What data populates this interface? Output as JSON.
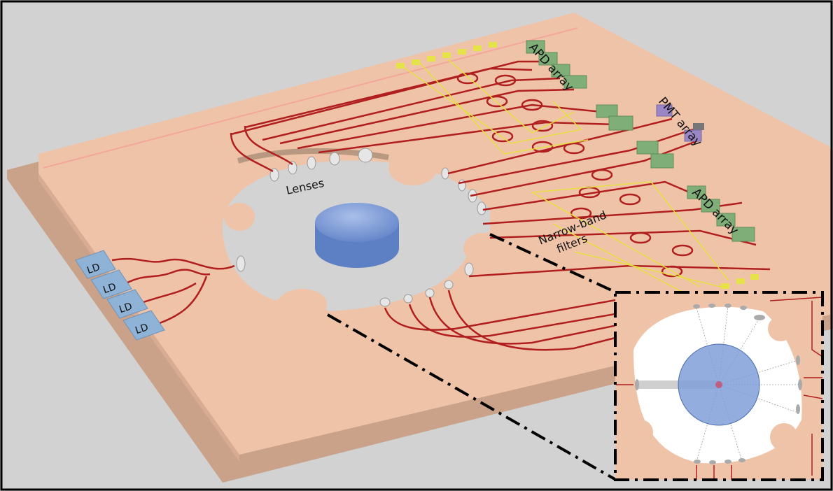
{
  "labels": {
    "ld": [
      "LD",
      "LD",
      "LD",
      "LD"
    ],
    "lenses": "Lenses",
    "apd_array_top": "APD array",
    "apd_array_bottom": "APD array",
    "pmt_array": "PMT array",
    "filters_line1": "Narrow-band",
    "filters_line2": "filters"
  },
  "colors": {
    "background": "#d2d2d2",
    "chip_top": "#efc3a8",
    "chip_side": "#c9a289",
    "waveguide": "#b01e1e",
    "electrode": "#e8e040",
    "ld": "#8fb3d6",
    "apd": "#7fae78",
    "pmt": "#9a86c4",
    "cylinder": "#7f9fd8"
  }
}
